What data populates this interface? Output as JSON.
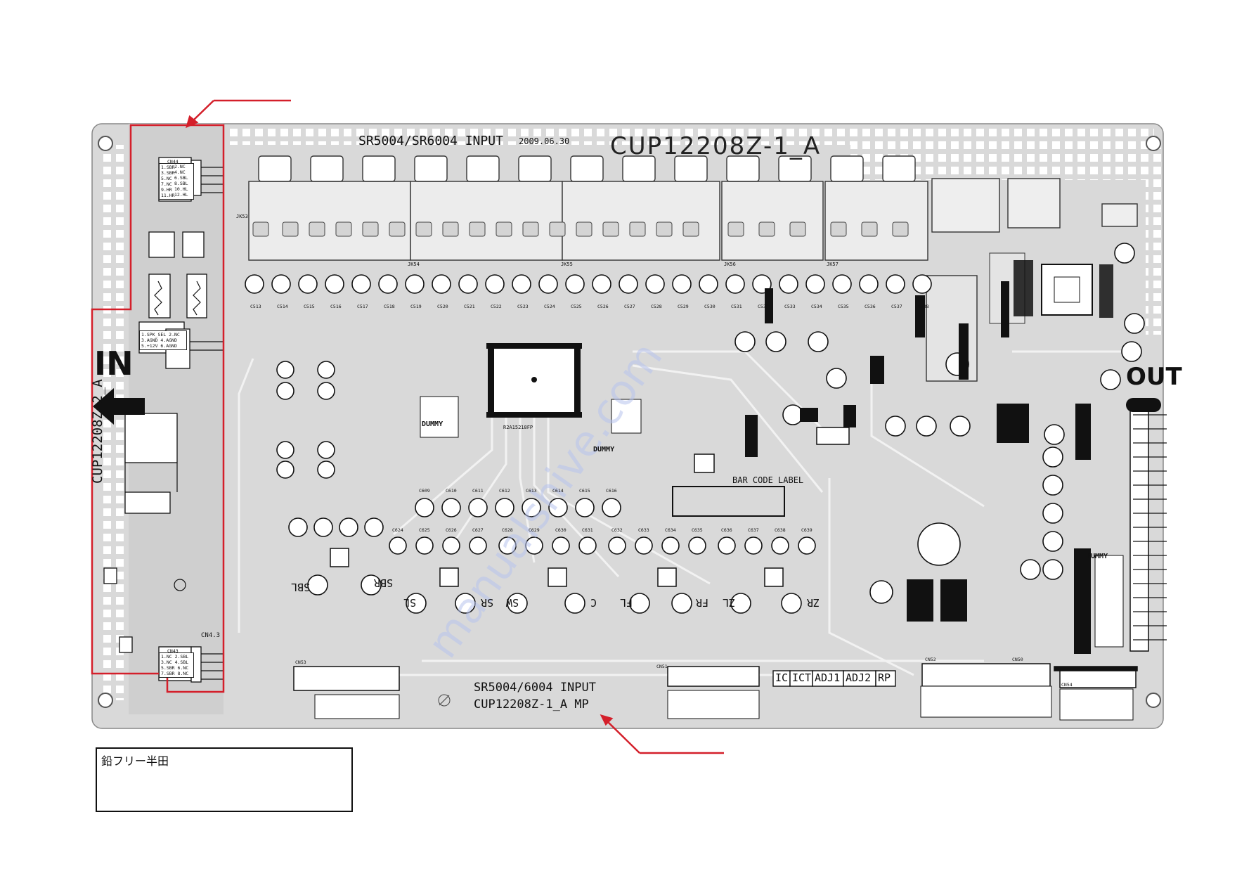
{
  "board": {
    "title": "CUP12208Z-1_A",
    "header": "SR5004/SR6004 INPUT",
    "date": "2009.06.30",
    "footer_line1": "SR5004/6004 INPUT",
    "footer_line2": "CUP12208Z-1_A  MP",
    "sub_board": "CUP12208Z-2_A",
    "in_label": "IN",
    "out_label": "OUT",
    "barcode_label": "BAR CODE LABEL",
    "dummy": "DUMMY",
    "test_boxes": [
      "IC",
      "ICT",
      "ADJ1",
      "ADJ2",
      "RP"
    ],
    "chip_ic24": "R2A15218FP",
    "jacks": [
      "JK53",
      "JK54",
      "JK55",
      "JK56",
      "JK57"
    ],
    "channels": [
      "SBL",
      "SBR",
      "SL",
      "SR",
      "SW",
      "C",
      "FL",
      "FR",
      "ZL",
      "ZR"
    ],
    "cap_row_top": [
      "C513",
      "C514",
      "C515",
      "C516",
      "C517",
      "C518",
      "C519",
      "C520",
      "C521",
      "C522",
      "C523",
      "C524",
      "C525",
      "C526",
      "C527",
      "C528",
      "C529",
      "C530",
      "C531",
      "C532",
      "C533",
      "C534",
      "C535",
      "C536",
      "C537",
      "C538"
    ],
    "cap_row_mid": [
      "C609",
      "C610",
      "C611",
      "C612",
      "C613",
      "C614",
      "C615",
      "C616"
    ],
    "cap_row_low": [
      "C624",
      "C625",
      "C626",
      "C627",
      "C628",
      "C629",
      "C630",
      "C631",
      "C632",
      "C633",
      "C634",
      "C635",
      "C636",
      "C637",
      "C638",
      "C639"
    ],
    "connectors": [
      "CN44",
      "CN43",
      "CN53",
      "CN51",
      "CN52",
      "CN50",
      "CN54",
      "CN4.3"
    ],
    "cn44_pins": [
      "1.SBR",
      "2.NC",
      "3.SBR",
      "4.NC",
      "5.NC",
      "6.SBL",
      "7.NC",
      "8.SBL",
      "9.HR",
      "10.HL",
      "11.HR",
      "12.HL"
    ],
    "cn43_pins": [
      "1.NC",
      "2.SBL",
      "3.NC",
      "4.SBL",
      "5.SBR",
      "6.NC",
      "7.SBR",
      "8.NC"
    ],
    "cn44b_pins": [
      "1.SPK_SEL",
      "2.NC",
      "3.AGND",
      "4.AGND",
      "5.+12V",
      "6.AGND"
    ]
  },
  "note": {
    "text": "鉛フリー半田"
  },
  "colors": {
    "board": "#d9d9d9",
    "copper": "#ffffff",
    "silk": "#111111",
    "highlight": "#d41f2a"
  }
}
